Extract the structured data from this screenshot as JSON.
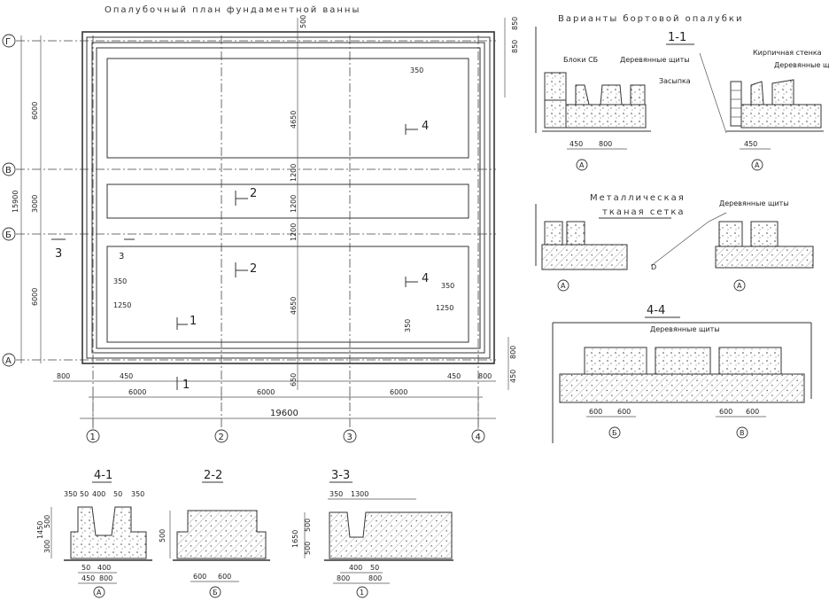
{
  "plan": {
    "title": "Опалубочный план фундаментной ванны",
    "axes_v": [
      "1",
      "2",
      "3",
      "4"
    ],
    "axes_h": [
      "Г",
      "В",
      "Б",
      "А"
    ],
    "dims_bottom": [
      "800",
      "450",
      "6000",
      "6000",
      "6000",
      "450",
      "800"
    ],
    "dim_total": "19600",
    "dims_left": [
      "6000",
      "3000",
      "6000"
    ],
    "dim_left_total": "15900",
    "dims_right": [
      "850",
      "800",
      "450"
    ],
    "dims_center": [
      "4650",
      "1200",
      "1200",
      "1200",
      "4650",
      "650",
      "500"
    ],
    "dims_inner": [
      "350",
      "1250",
      "350",
      "1250",
      "350",
      "350"
    ],
    "section_marks": [
      "4",
      "2",
      "2",
      "3",
      "3",
      "4",
      "1",
      "1"
    ]
  },
  "variants": {
    "title": "Варианты бортовой опалубки",
    "sec_1_1": "1-1",
    "blocks": "Блоки СБ",
    "wood_shields": "Деревянные щиты",
    "backfill": "Засыпка",
    "brick_wall": "Кирпичная стенка",
    "wood_shields2": "Деревянные щиты",
    "dim_450a": "450",
    "dim_800": "800",
    "dim_450b": "450",
    "axis_a1": "А",
    "axis_a2": "А",
    "mesh_1": "Металлическая",
    "mesh_2": "тканая сетка",
    "wood_shields3": "Деревянные щиты",
    "axis_a3": "А",
    "axis_a4": "А",
    "letter_d": "D",
    "sec_4_4": "4-4",
    "wood_shields4": "Деревянные щиты",
    "dims_44": [
      "600",
      "600",
      "600",
      "600"
    ],
    "axis_b": "Б",
    "axis_v": "В"
  },
  "sections": {
    "s11": {
      "title": "4-1",
      "dims_top": [
        "350",
        "50",
        "400",
        "50",
        "350"
      ],
      "dims_side": [
        "1450",
        "500",
        "300"
      ],
      "dims_bot": [
        "50",
        "400",
        "450",
        "800"
      ],
      "axis": "А"
    },
    "s22": {
      "title": "2-2",
      "dims_side": [
        "500"
      ],
      "dims_bot": [
        "600",
        "600"
      ],
      "axis": "Б"
    },
    "s33": {
      "title": "3-3",
      "dims_top": [
        "350",
        "1300"
      ],
      "dims_side": [
        "1650",
        "500",
        "500"
      ],
      "dims_bot": [
        "400",
        "50",
        "800",
        "800"
      ],
      "axis": "1"
    }
  }
}
